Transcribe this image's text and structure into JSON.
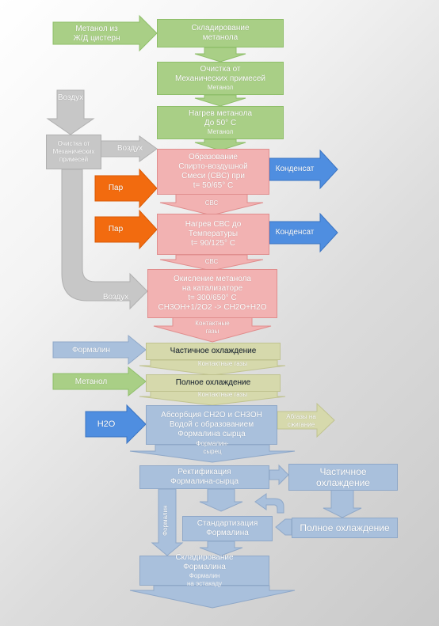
{
  "colors": {
    "green": "#a9cf86",
    "green_dark": "#7faf55",
    "pink": "#f2b2b2",
    "pink_dark": "#e08d8d",
    "olive": "#d6d9ac",
    "blue_light": "#a9c0dc",
    "blue_mid": "#8fb0d6",
    "orange": "#f26b0f",
    "blue_dark": "#4f8ee0",
    "gray": "#c7c7c7"
  },
  "nodes": {
    "methanol_rail": "Метанол из\nЖ/Д цистерн",
    "storage": "Складирование\nметанола",
    "cleaning": "Очистка от\nМеханических примесей",
    "cleaning_sub": "Метанол",
    "heating": "Нагрев метанола\nДо 50° С",
    "heating_sub": "Метанол",
    "air": "Воздух",
    "air_cleaning": "Очистка от\nМеханических\nпримесей",
    "air_label1": "Воздух",
    "formation": "Образование\nСпирто-воздушной\nСмеси (СВС) при\nt= 50/65° С",
    "formation_sub": "СВС",
    "steam1": "Пар",
    "condensate1": "Конденсат",
    "heating_svs": "Нагрев СВС до\nТемпературы\nt= 90/125°  С",
    "heating_svs_sub": "СВС",
    "steam2": "Пар",
    "condensate2": "Конденсат",
    "oxidation": "Окисление метанола\nна катализаторе\nt= 300/650°  С\nCH3OH+1/2O2 -> CH2O+H2O",
    "oxidation_sub": "Контактные\nгазы",
    "air_label2": "Воздух",
    "formalin_in": "Формалин",
    "partial_cooling": "Частичное охлаждение",
    "partial_cooling_sub": "Контактные газы",
    "methanol_in": "Метанол",
    "full_cooling": "Полное охлаждение",
    "full_cooling_sub": "Контактные газы",
    "h2o": "H2O",
    "absorption": "Абсорбция CH2O и CH3OH\nВодой с образованием\nФормалина сырца",
    "absorption_sub": "Формалин-\nсырец",
    "offgas": "Абгазы на\nсжигание",
    "rectification": "Ректификация\nФормалина-сырца",
    "partial_cooling2": "Частичное\nохлаждение",
    "standardization": "Стандартизация\nФормалина",
    "full_cooling2": "Полное охлаждение",
    "formalin_vert": "Формалин",
    "storage_formalin": "Складирование\nФормалина",
    "storage_formalin_sub": "Формалин\nна эстакаду"
  }
}
